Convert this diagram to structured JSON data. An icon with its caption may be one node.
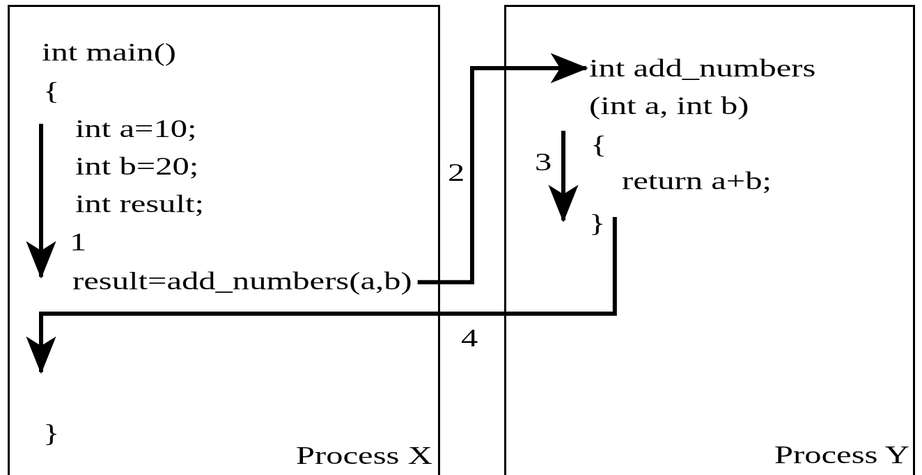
{
  "diagram": {
    "nodes": [
      {
        "text": [
          "Process X"
        ]
      },
      {
        "text": [
          "result=add_numbers(a,b)"
        ],
        "in": 0
      },
      {
        "text": [
          "Process Y"
        ]
      },
      {
        "text": [
          "int add_numbers (int a, int b)"
        ],
        "in": 2
      },
      {
        "text": [
          "}"
        ],
        "in": 2
      }
    ],
    "edges": [
      {
        "from": 1,
        "to": 3,
        "arrow": "to",
        "label": "2"
      },
      {
        "from": 4,
        "to": null,
        "arrow": "to",
        "label": "4"
      }
    ],
    "labels": [
      "int main()",
      "{",
      "int a=10;",
      "int b=20;",
      "int result;",
      "1",
      "}",
      "{",
      "3",
      "return a+b;"
    ]
  }
}
